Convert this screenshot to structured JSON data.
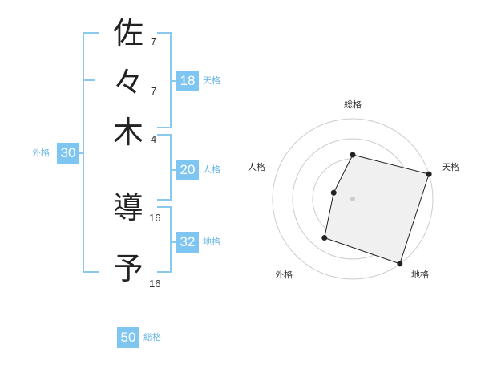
{
  "name": {
    "characters": [
      {
        "char": "佐",
        "strokes": "7"
      },
      {
        "char": "々",
        "strokes": "7"
      },
      {
        "char": "木",
        "strokes": "4"
      },
      {
        "char": "導",
        "strokes": "16"
      },
      {
        "char": "予",
        "strokes": "16"
      }
    ]
  },
  "fortunes": {
    "tenkaku": {
      "label": "天格",
      "value": "18"
    },
    "jinkaku": {
      "label": "人格",
      "value": "20"
    },
    "chikaku": {
      "label": "地格",
      "value": "32"
    },
    "gaikaku": {
      "label": "外格",
      "value": "30"
    },
    "soukaku": {
      "label": "総格",
      "value": "50"
    }
  },
  "radar": {
    "axes": [
      "総格",
      "天格",
      "地格",
      "外格",
      "人格"
    ],
    "levels": 4,
    "scores": [
      0.55,
      1.0,
      1.0,
      0.6,
      0.25
    ],
    "fill_color": "#f0f0f0",
    "line_color": "#222222",
    "grid_color": "#cccccc"
  },
  "colors": {
    "accent": "#7ec6f1",
    "bracket": "#8ac8ee",
    "label": "#6ab8e6"
  }
}
